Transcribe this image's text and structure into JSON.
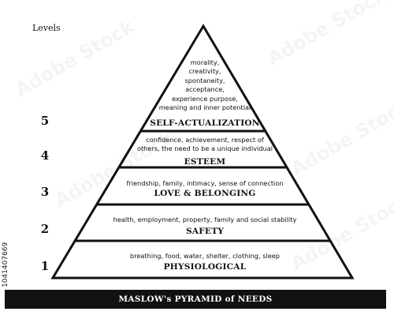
{
  "levels_title": "Levels",
  "level_numbers": [
    "5",
    "4",
    "3",
    "2",
    "1"
  ],
  "tiers": [
    {
      "name": "SELF-ACTUALIZATION",
      "description_lines": [
        "morality,",
        "creativity,",
        "spontaneity,",
        "acceptance,",
        "experience purpose,",
        "meaning and inner potential"
      ]
    },
    {
      "name": "ESTEEM",
      "description_lines": [
        "confidence, achievement, respect of",
        "others, the need to be a unique individual"
      ]
    },
    {
      "name": "LOVE & BELONGING",
      "description_lines": [
        "friendship, family, intimacy, sense of connection"
      ]
    },
    {
      "name": "SAFETY",
      "description_lines": [
        "health, employment, property, family and social stability"
      ]
    },
    {
      "name": "PHYSIOLOGICAL",
      "description_lines": [
        "breathing, food, water, shelter, clothing, sleep"
      ]
    }
  ],
  "footer_title": "MASLOW's PYRAMID of NEEDS",
  "side_id": "1041407669",
  "colors": {
    "outline": "#111111",
    "background": "#ffffff",
    "footer_bg": "#111111",
    "footer_text": "#ffffff"
  }
}
